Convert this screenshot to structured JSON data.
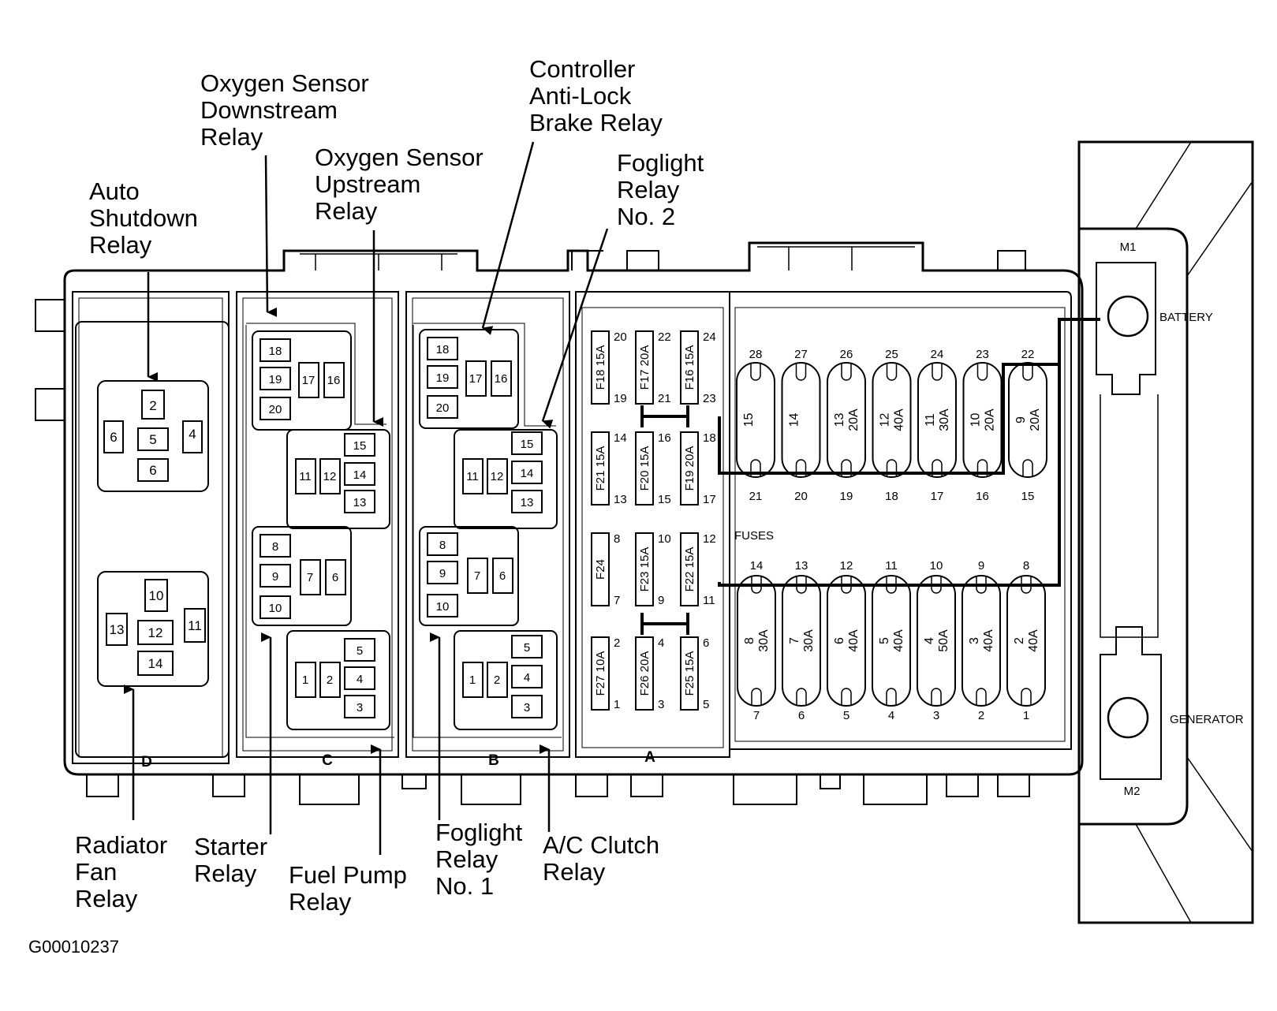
{
  "callouts": {
    "auto_shutdown": [
      "Auto",
      "Shutdown",
      "Relay"
    ],
    "o2_downstream": [
      "Oxygen Sensor",
      "Downstream",
      "Relay"
    ],
    "o2_upstream": [
      "Oxygen Sensor",
      "Upstream",
      "Relay"
    ],
    "abs": [
      "Controller",
      "Anti-Lock",
      "Brake Relay"
    ],
    "foglight2": [
      "Foglight",
      "Relay",
      "No. 2"
    ],
    "radiator_fan": [
      "Radiator",
      "Fan",
      "Relay"
    ],
    "starter": [
      "Starter",
      "Relay"
    ],
    "fuel_pump": [
      "Fuel Pump",
      "Relay"
    ],
    "foglight1": [
      "Foglight",
      "Relay",
      "No. 1"
    ],
    "ac_clutch": [
      "A/C Clutch",
      "Relay"
    ]
  },
  "sections": {
    "d": "D",
    "c": "C",
    "b": "B",
    "a": "A"
  },
  "fuses_label": "FUSES",
  "battery_label": "BATTERY",
  "generator_label": "GENERATOR",
  "m1": "M1",
  "m2": "M2",
  "figure_id": "G00010237",
  "section_d": {
    "upper": [
      "2",
      "6",
      "5",
      "4",
      "6"
    ],
    "lower": [
      "10",
      "13",
      "12",
      "11",
      "14"
    ]
  },
  "relay_pins": {
    "r18": "18",
    "r19": "19",
    "r20": "20",
    "r17": "17",
    "r16": "16",
    "r15": "15",
    "r14": "14",
    "r13": "13",
    "r12": "12",
    "r11": "11",
    "r10": "10",
    "r9": "9",
    "r8": "8",
    "r7": "7",
    "r6": "6",
    "r5": "5",
    "r4": "4",
    "r3": "3",
    "r2": "2",
    "r1": "1"
  },
  "mini_fuses": [
    {
      "code": "F18 15A",
      "top": "20",
      "bottom": "19"
    },
    {
      "code": "F17 20A",
      "top": "22",
      "bottom": "21"
    },
    {
      "code": "F16 15A",
      "top": "24",
      "bottom": "23"
    },
    {
      "code": "F21 15A",
      "top": "14",
      "bottom": "13"
    },
    {
      "code": "F20 15A",
      "top": "16",
      "bottom": "15"
    },
    {
      "code": "F19 20A",
      "top": "18",
      "bottom": "17"
    },
    {
      "code": "F24",
      "top": "8",
      "bottom": "7"
    },
    {
      "code": "F23 15A",
      "top": "10",
      "bottom": "9"
    },
    {
      "code": "F22 15A",
      "top": "12",
      "bottom": "11"
    },
    {
      "code": "F27 10A",
      "top": "2",
      "bottom": "1"
    },
    {
      "code": "F26 20A",
      "top": "4",
      "bottom": "3"
    },
    {
      "code": "F25 15A",
      "top": "6",
      "bottom": "5"
    }
  ],
  "maxi_top": [
    {
      "num": "15",
      "amp": "",
      "top": "28",
      "bottom": "21"
    },
    {
      "num": "14",
      "amp": "",
      "top": "27",
      "bottom": "20"
    },
    {
      "num": "13",
      "amp": "20A",
      "top": "26",
      "bottom": "19"
    },
    {
      "num": "12",
      "amp": "40A",
      "top": "25",
      "bottom": "18"
    },
    {
      "num": "11",
      "amp": "30A",
      "top": "24",
      "bottom": "17"
    },
    {
      "num": "10",
      "amp": "20A",
      "top": "23",
      "bottom": "16"
    },
    {
      "num": "9",
      "amp": "20A",
      "top": "22",
      "bottom": "15"
    }
  ],
  "maxi_bottom": [
    {
      "num": "8",
      "amp": "30A",
      "top": "14",
      "bottom": "7"
    },
    {
      "num": "7",
      "amp": "30A",
      "top": "13",
      "bottom": "6"
    },
    {
      "num": "6",
      "amp": "40A",
      "top": "12",
      "bottom": "5"
    },
    {
      "num": "5",
      "amp": "40A",
      "top": "11",
      "bottom": "4"
    },
    {
      "num": "4",
      "amp": "50A",
      "top": "10",
      "bottom": "3"
    },
    {
      "num": "3",
      "amp": "40A",
      "top": "9",
      "bottom": "2"
    },
    {
      "num": "2",
      "amp": "40A",
      "top": "8",
      "bottom": "1"
    }
  ]
}
